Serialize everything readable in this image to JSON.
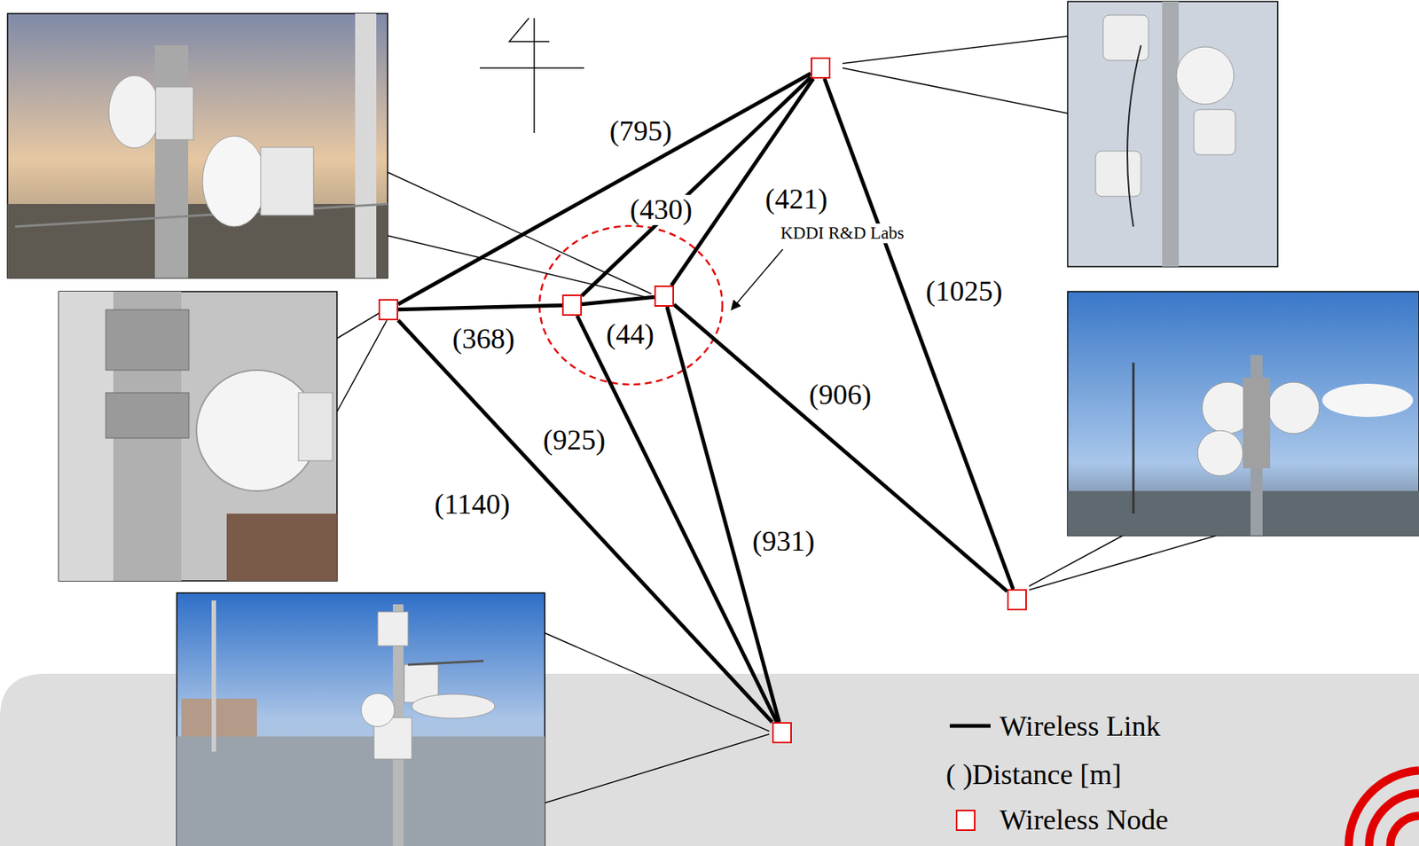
{
  "diagram": {
    "nodes": [
      {
        "text": []
      },
      {
        "text": []
      },
      {
        "text": []
      },
      {
        "text": []
      },
      {
        "text": []
      },
      {
        "text": []
      }
    ],
    "edges": [
      {
        "from": 1,
        "to": 0,
        "label": "(795)",
        "arrow": "none"
      },
      {
        "from": 2,
        "to": 0,
        "label": "(430)",
        "arrow": "none"
      },
      {
        "from": 3,
        "to": 0,
        "label": "(421)",
        "arrow": "none"
      },
      {
        "from": 0,
        "to": 4,
        "label": "(1025)",
        "arrow": "none"
      },
      {
        "from": 1,
        "to": 2,
        "label": "(368)",
        "arrow": "none"
      },
      {
        "from": 2,
        "to": 3,
        "label": "(44)",
        "arrow": "none"
      },
      {
        "from": 3,
        "to": 4,
        "label": "(906)",
        "arrow": "none"
      },
      {
        "from": 1,
        "to": 5,
        "label": "(1140)",
        "arrow": "none"
      },
      {
        "from": 2,
        "to": 5,
        "label": "(925)",
        "arrow": "none"
      },
      {
        "from": 3,
        "to": 5,
        "label": "(931)",
        "arrow": "none"
      }
    ],
    "labels": [
      "KDDI R&D Labs"
    ],
    "legend": [
      {
        "text": "Wireless Link"
      },
      {
        "text": "( )Distance [m]"
      },
      {
        "text": "Wireless Node"
      }
    ]
  }
}
